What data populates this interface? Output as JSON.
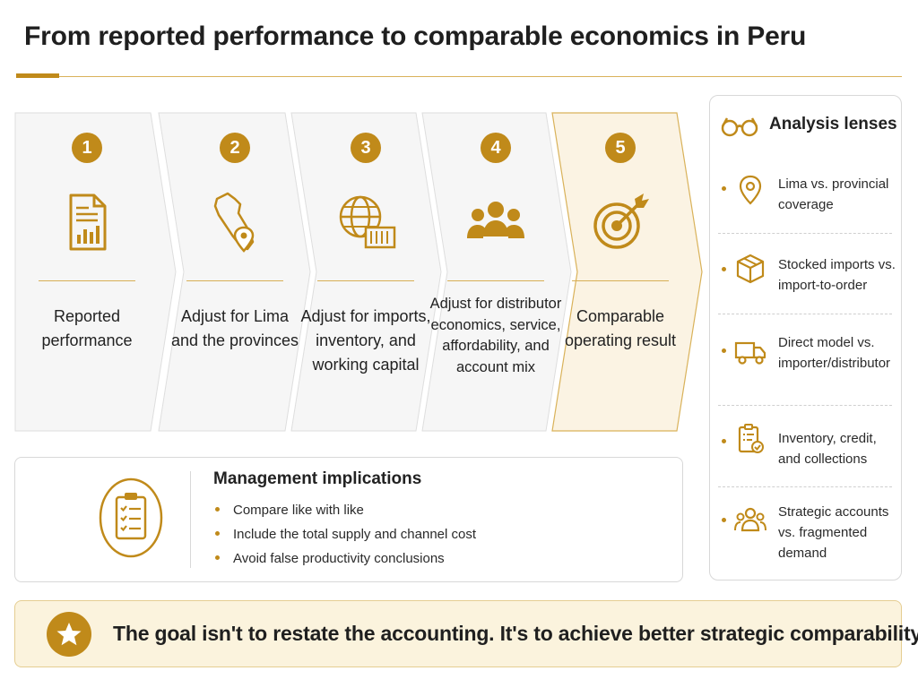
{
  "title": "From reported performance to comparable economics in Peru",
  "colors": {
    "accent": "#c08a1a",
    "highlight_fill": "#fbf3e3",
    "step_fill": "#f6f6f6"
  },
  "steps": [
    {
      "number": "1",
      "icon": "report-document-icon",
      "label": "Reported performance"
    },
    {
      "number": "2",
      "icon": "peru-map-pin-icon",
      "label": "Adjust for Lima and the provinces"
    },
    {
      "number": "3",
      "icon": "globe-container-icon",
      "label": "Adjust for imports, inventory, and working capital"
    },
    {
      "number": "4",
      "icon": "people-group-icon",
      "label": "Adjust for distributor economics, service, affordability, and account mix"
    },
    {
      "number": "5",
      "icon": "target-arrow-icon",
      "label": "Comparable operating result",
      "highlighted": true
    }
  ],
  "lenses": {
    "title": "Analysis lenses",
    "icon": "glasses-icon",
    "items": [
      {
        "icon": "location-pin-icon",
        "text": "Lima vs. provincial coverage"
      },
      {
        "icon": "box-icon",
        "text": "Stocked imports vs. import-to-order"
      },
      {
        "icon": "truck-icon",
        "text": "Direct model vs. importer/distributor"
      },
      {
        "icon": "clipboard-check-icon",
        "text": "Inventory, credit, and collections"
      },
      {
        "icon": "group-icon",
        "text": "Strategic accounts vs. fragmented demand"
      }
    ]
  },
  "management": {
    "title": "Management implications",
    "icon": "clipboard-checklist-icon",
    "items": [
      "Compare like with like",
      "Include the total supply and channel cost",
      "Avoid false productivity conclusions"
    ]
  },
  "banner": {
    "icon": "star-icon",
    "text": "The goal isn't to restate the accounting. It's to achieve better strategic comparability."
  }
}
